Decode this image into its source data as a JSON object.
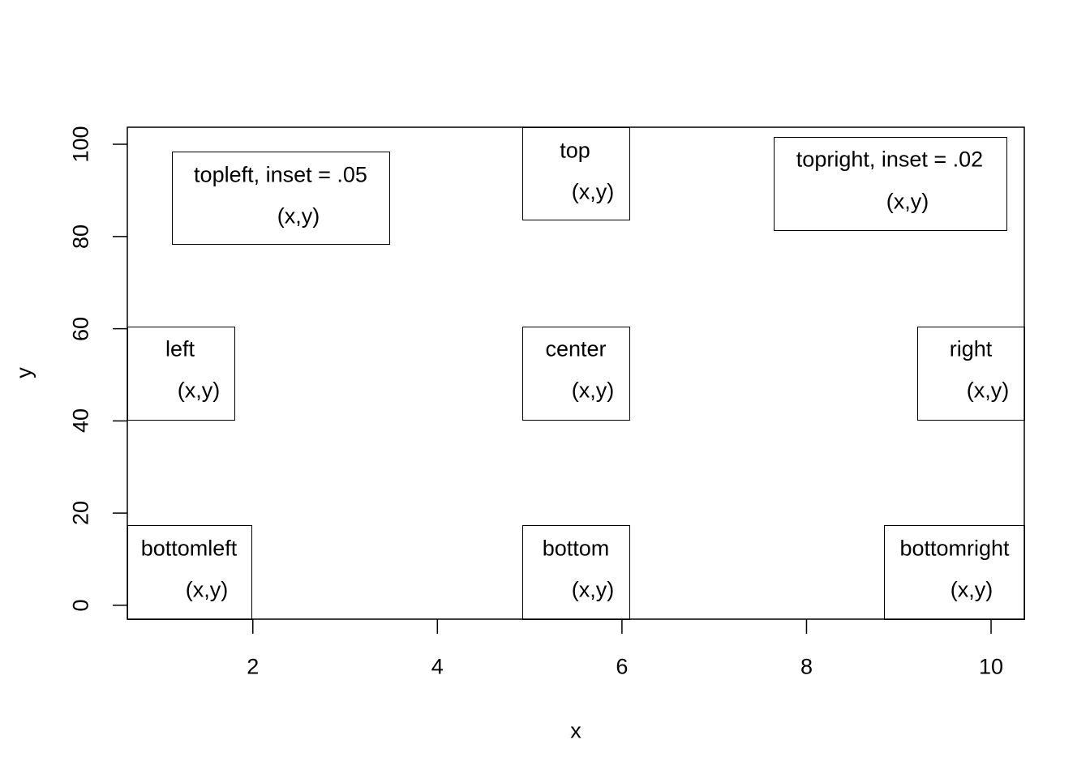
{
  "chart_data": {
    "type": "scatter",
    "title": "",
    "xlabel": "x",
    "ylabel": "y",
    "xlim": [
      0.64,
      10.36
    ],
    "ylim": [
      -3,
      103.7
    ],
    "x_ticks": [
      2,
      4,
      6,
      8,
      10
    ],
    "y_ticks": [
      0,
      20,
      40,
      60,
      80,
      100
    ],
    "x_tick_labels": [
      "2",
      "4",
      "6",
      "8",
      "10"
    ],
    "y_tick_labels": [
      "0",
      "20",
      "40",
      "60",
      "80",
      "100"
    ],
    "grid": false,
    "legends": [
      {
        "position": "topleft",
        "title": "topleft, inset = .05",
        "entry": "(x,y)"
      },
      {
        "position": "top",
        "title": "top",
        "entry": "(x,y)"
      },
      {
        "position": "topright",
        "title": "topright, inset = .02",
        "entry": "(x,y)"
      },
      {
        "position": "left",
        "title": "left",
        "entry": "(x,y)"
      },
      {
        "position": "center",
        "title": "center",
        "entry": "(x,y)"
      },
      {
        "position": "right",
        "title": "right",
        "entry": "(x,y)"
      },
      {
        "position": "bottomleft",
        "title": "bottomleft",
        "entry": "(x,y)"
      },
      {
        "position": "bottom",
        "title": "bottom",
        "entry": "(x,y)"
      },
      {
        "position": "bottomright",
        "title": "bottomright",
        "entry": "(x,y)"
      }
    ]
  }
}
